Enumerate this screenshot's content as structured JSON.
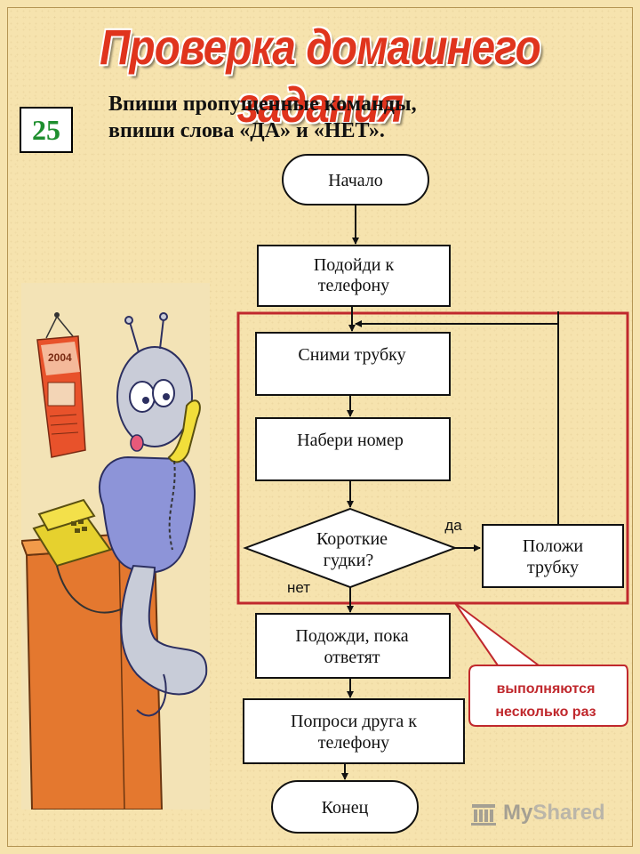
{
  "slide": {
    "title": "Проверка домашнего задания",
    "number": "25",
    "instruction_line1": "Впиши пропущенные команды,",
    "instruction_line2": "впиши слова «ДА» и «НЕТ»."
  },
  "flowchart": {
    "start": "Начало",
    "step1_line1": "Подойди к",
    "step1_line2": "телефону",
    "step2": "Сними трубку",
    "step3": "Набери номер",
    "decision_line1": "Короткие",
    "decision_line2": "гудки?",
    "yes_label": "да",
    "no_label": "нет",
    "hangup_line1": "Положи",
    "hangup_line2": "трубку",
    "step4_line1": "Подожди, пока",
    "step4_line2": "ответят",
    "step5_line1": "Попроси друга к",
    "step5_line2": "телефону",
    "end": "Конец"
  },
  "callout": {
    "line1": "выполняются",
    "line2": "несколько раз"
  },
  "calendar_text": "2004",
  "watermark": {
    "text_main": "My",
    "text_sub": "Shared"
  },
  "colors": {
    "title": "#e0341d",
    "number": "#1e8f2e",
    "loop_frame": "#c0282d",
    "callout_border": "#c0282d"
  },
  "icons": [
    "robot-alien-illustration",
    "telephone-icon",
    "calendar-icon",
    "presentation-icon"
  ]
}
